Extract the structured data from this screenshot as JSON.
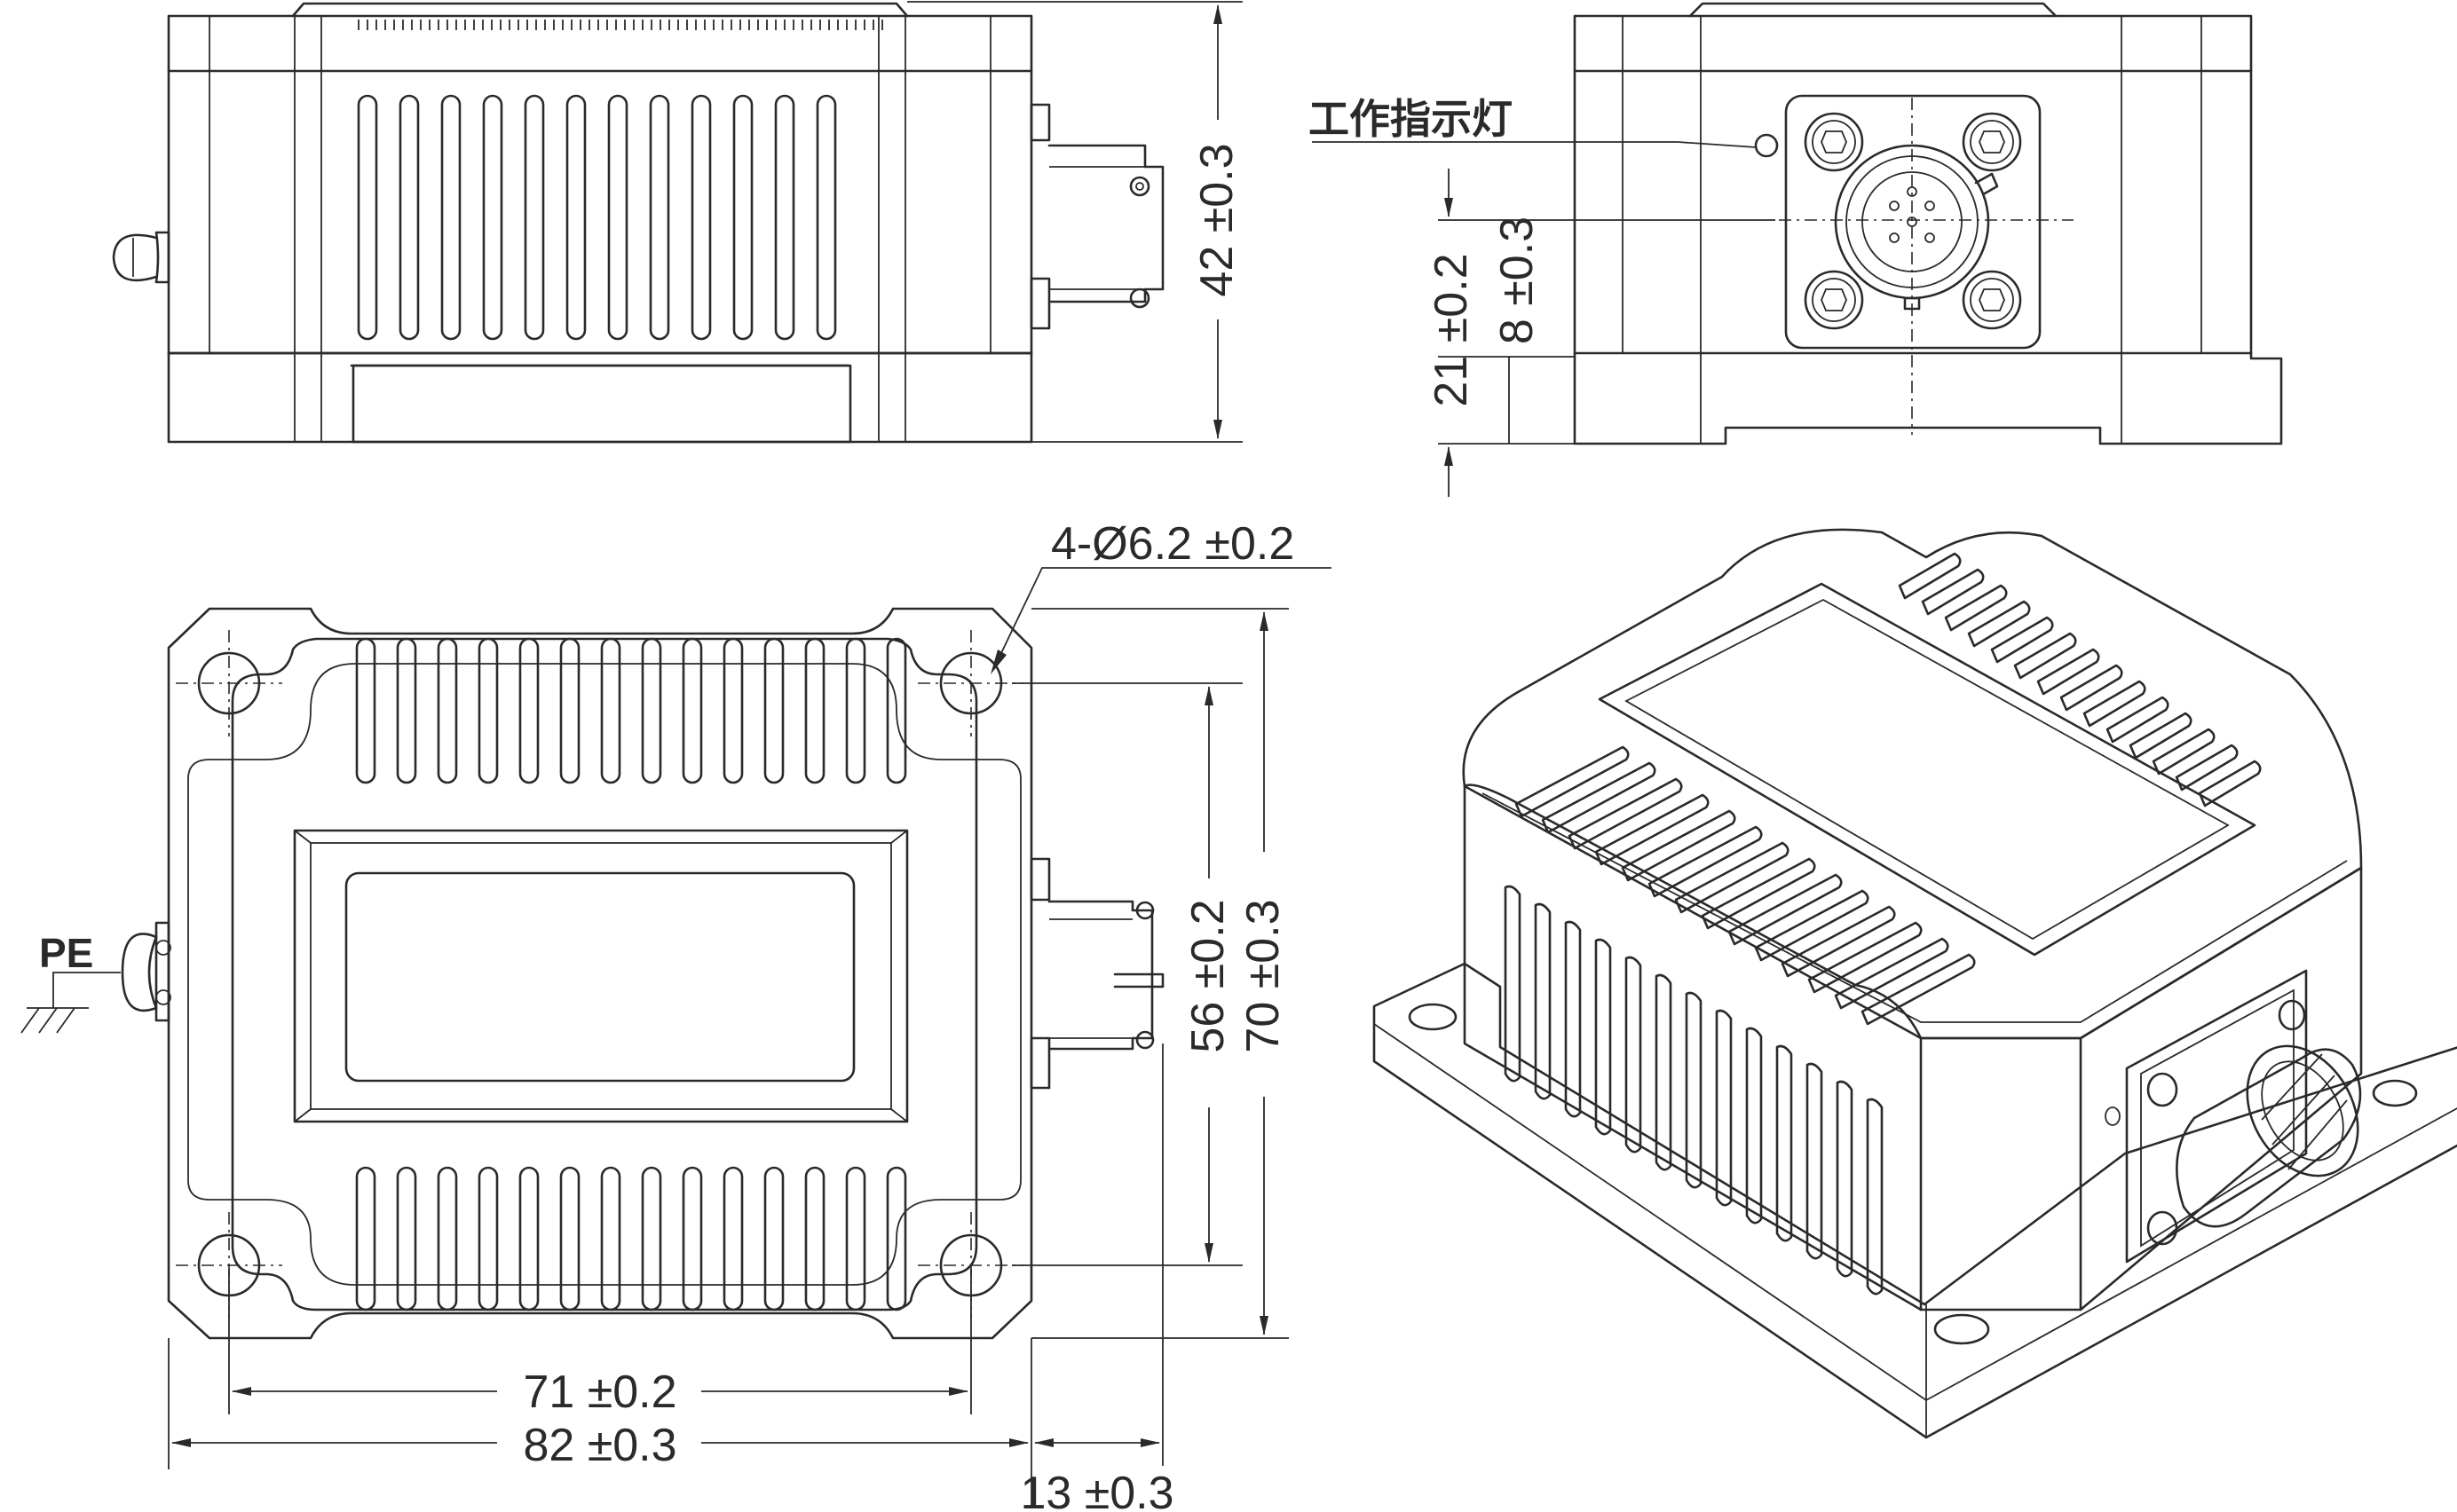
{
  "labels": {
    "indicator": "工作指示灯",
    "protective_earth": "PE"
  },
  "dimensions": {
    "side_height": "42 ±0.3",
    "connector_center_height": "21 ±0.2",
    "base_thickness": "8 ±0.3",
    "mounting_holes": "4-Ø6.2 ±0.2",
    "hole_pitch_vertical": "56 ±0.2",
    "base_depth": "70 ±0.3",
    "hole_pitch_horizontal": "71 ±0.2",
    "base_width": "82 ±0.3",
    "connector_protrusion": "13 ±0.3"
  },
  "views": [
    "side-view",
    "end-view",
    "top-view",
    "isometric-view"
  ]
}
